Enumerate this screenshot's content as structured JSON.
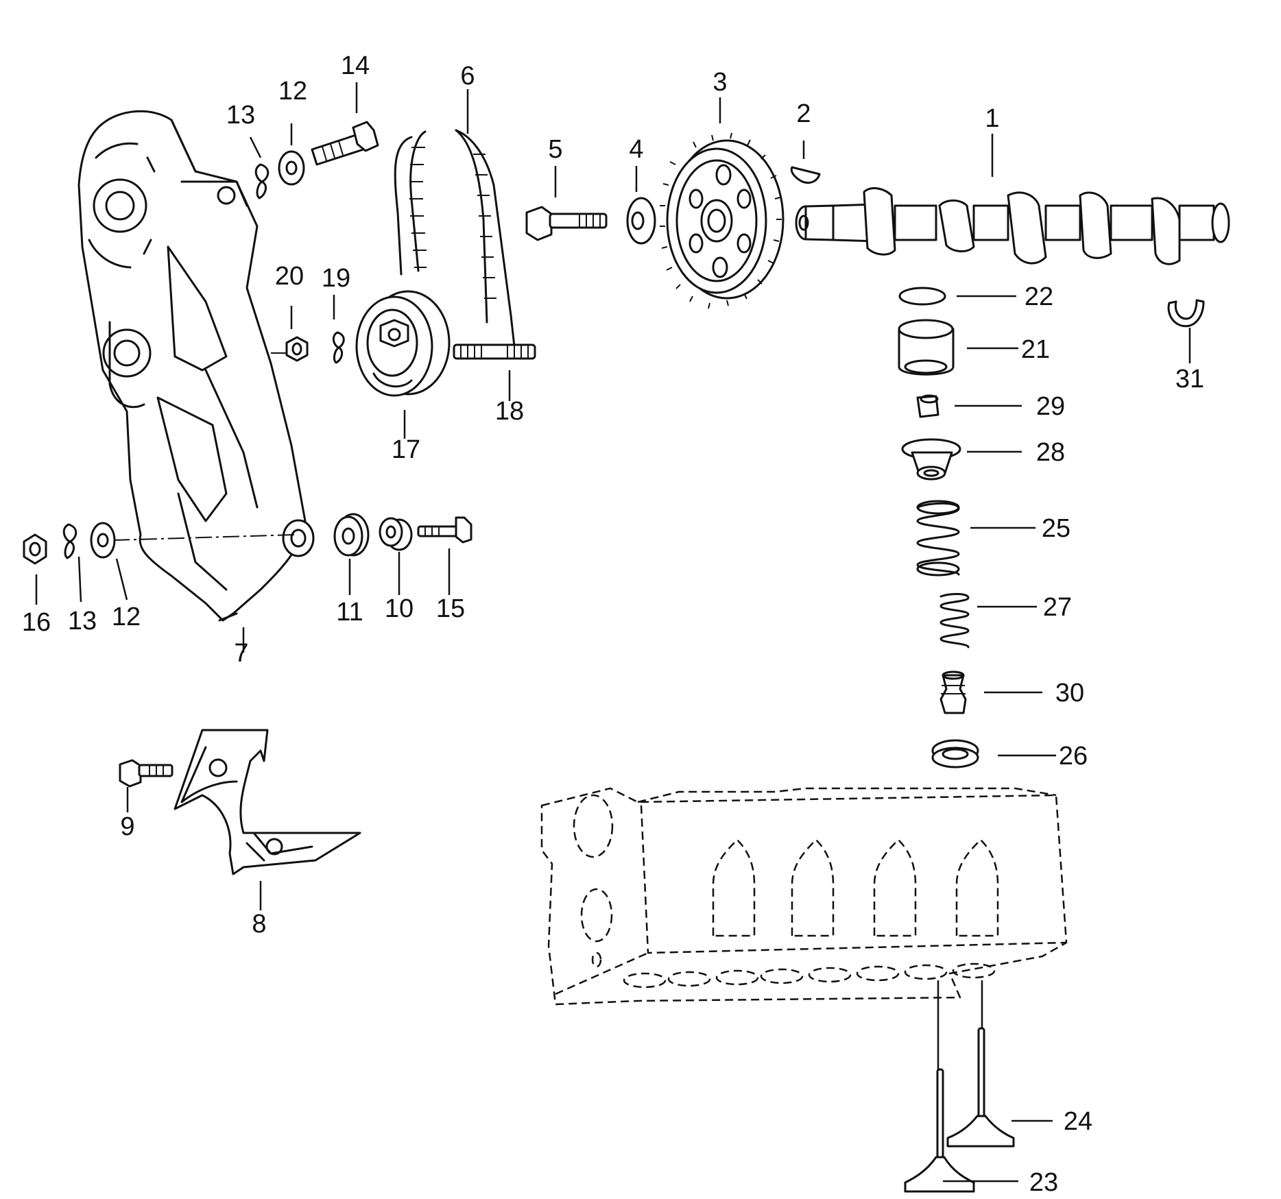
{
  "callouts": [
    {
      "id": "c1",
      "text": "1"
    },
    {
      "id": "c2",
      "text": "2"
    },
    {
      "id": "c3",
      "text": "3"
    },
    {
      "id": "c4",
      "text": "4"
    },
    {
      "id": "c5",
      "text": "5"
    },
    {
      "id": "c6",
      "text": "6"
    },
    {
      "id": "c7",
      "text": "7"
    },
    {
      "id": "c8",
      "text": "8"
    },
    {
      "id": "c9",
      "text": "9"
    },
    {
      "id": "c10",
      "text": "10"
    },
    {
      "id": "c11",
      "text": "11"
    },
    {
      "id": "c12a",
      "text": "12"
    },
    {
      "id": "c12b",
      "text": "12"
    },
    {
      "id": "c13a",
      "text": "13"
    },
    {
      "id": "c13b",
      "text": "13"
    },
    {
      "id": "c14",
      "text": "14"
    },
    {
      "id": "c15",
      "text": "15"
    },
    {
      "id": "c16",
      "text": "16"
    },
    {
      "id": "c17",
      "text": "17"
    },
    {
      "id": "c18",
      "text": "18"
    },
    {
      "id": "c19",
      "text": "19"
    },
    {
      "id": "c20",
      "text": "20"
    },
    {
      "id": "c21",
      "text": "21"
    },
    {
      "id": "c22",
      "text": "22"
    },
    {
      "id": "c23",
      "text": "23"
    },
    {
      "id": "c24",
      "text": "24"
    },
    {
      "id": "c25",
      "text": "25"
    },
    {
      "id": "c26",
      "text": "26"
    },
    {
      "id": "c27",
      "text": "27"
    },
    {
      "id": "c28",
      "text": "28"
    },
    {
      "id": "c29",
      "text": "29"
    },
    {
      "id": "c30",
      "text": "30"
    },
    {
      "id": "c31",
      "text": "31"
    }
  ]
}
